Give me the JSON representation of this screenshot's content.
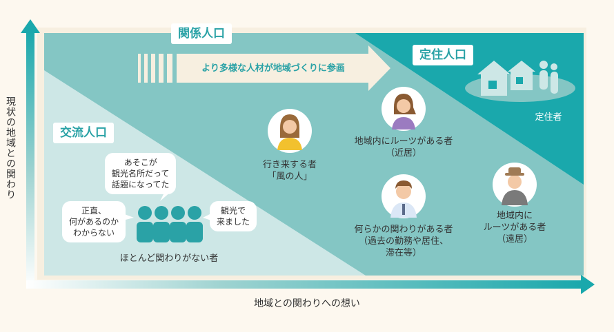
{
  "axes": {
    "y_label": "現状の地域との関わり",
    "x_label": "地域との関わりへの想い"
  },
  "zones": {
    "kankei": "関係人口",
    "teiju": "定住人口",
    "koryu": "交流人口"
  },
  "arrow_text": "より多様な人材が地域づくりに参画",
  "residents_label": "定住者",
  "bubbles": {
    "top": "あそこが\n観光名所だって\n話題になってた",
    "left": "正直、\n何があるのか\nわからない",
    "right": "観光で\n来ました"
  },
  "people": {
    "group": "ほとんど関わりがない者",
    "kazenohito": "行き来する者\n「風の人」",
    "kinkyo": "地域内にルーツがある者\n（近居）",
    "nanraka": "何らかの関わりがある者\n（過去の勤務や居住、\n滞在等）",
    "enkyo": "地域内に\nルーツがある者\n（遠居）"
  },
  "colors": {
    "teal_dark": "#1aa8ac",
    "teal_mid": "#84c6c4",
    "teal_light": "#cde7e6",
    "beige": "#f7efe0",
    "white": "#ffffff"
  }
}
